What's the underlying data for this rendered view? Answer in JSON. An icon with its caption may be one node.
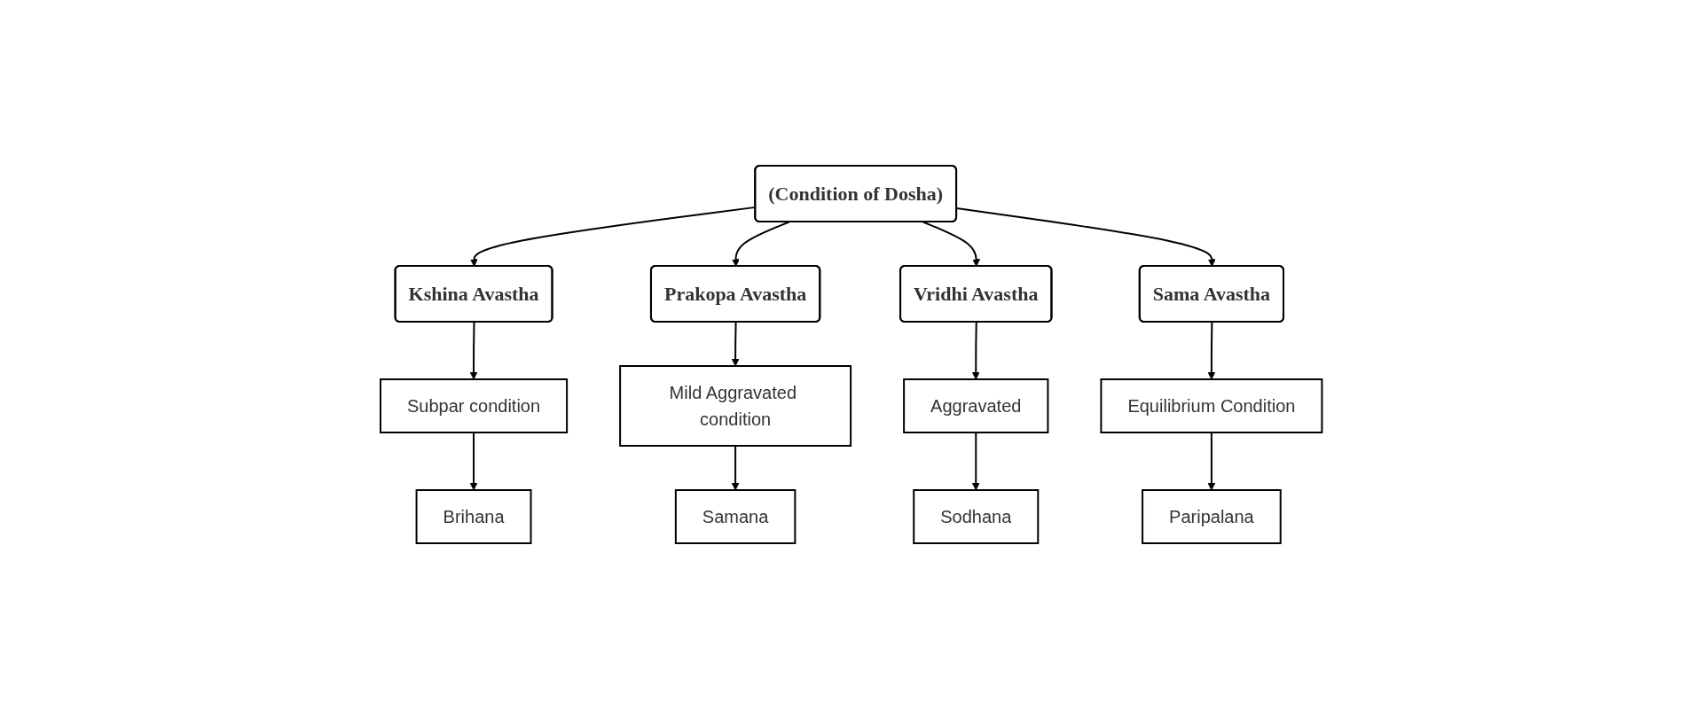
{
  "diagram": {
    "nodes": [
      {
        "text": [
          "(Condition of Dosha)"
        ]
      },
      {
        "text": [
          "Kshina Avastha"
        ]
      },
      {
        "text": [
          "Prakopa Avastha"
        ]
      },
      {
        "text": [
          "Vridhi Avastha"
        ]
      },
      {
        "text": [
          "Sama Avastha"
        ]
      },
      {
        "text": [
          "Subpar condition"
        ]
      },
      {
        "text": [
          "Mild Aggravated condition"
        ]
      },
      {
        "text": [
          "Aggravated"
        ]
      },
      {
        "text": [
          "Equilibrium Condition"
        ]
      },
      {
        "text": [
          "Brihana"
        ]
      },
      {
        "text": [
          "Samana"
        ]
      },
      {
        "text": [
          "Sodhana"
        ]
      },
      {
        "text": [
          "Paripalana"
        ]
      }
    ],
    "edges": [
      {
        "from": 0,
        "to": 1,
        "arrow": "to"
      },
      {
        "from": 0,
        "to": 2,
        "arrow": "to"
      },
      {
        "from": 0,
        "to": 3,
        "arrow": "to"
      },
      {
        "from": 0,
        "to": 4,
        "arrow": "to"
      },
      {
        "from": 1,
        "to": 5,
        "arrow": "to"
      },
      {
        "from": 2,
        "to": 6,
        "arrow": "to"
      },
      {
        "from": 3,
        "to": 7,
        "arrow": "to"
      },
      {
        "from": 4,
        "to": 8,
        "arrow": "to"
      },
      {
        "from": 5,
        "to": 9,
        "arrow": "to"
      },
      {
        "from": 6,
        "to": 10,
        "arrow": "to"
      },
      {
        "from": 7,
        "to": 11,
        "arrow": "to"
      },
      {
        "from": 8,
        "to": 12,
        "arrow": "to"
      }
    ]
  }
}
